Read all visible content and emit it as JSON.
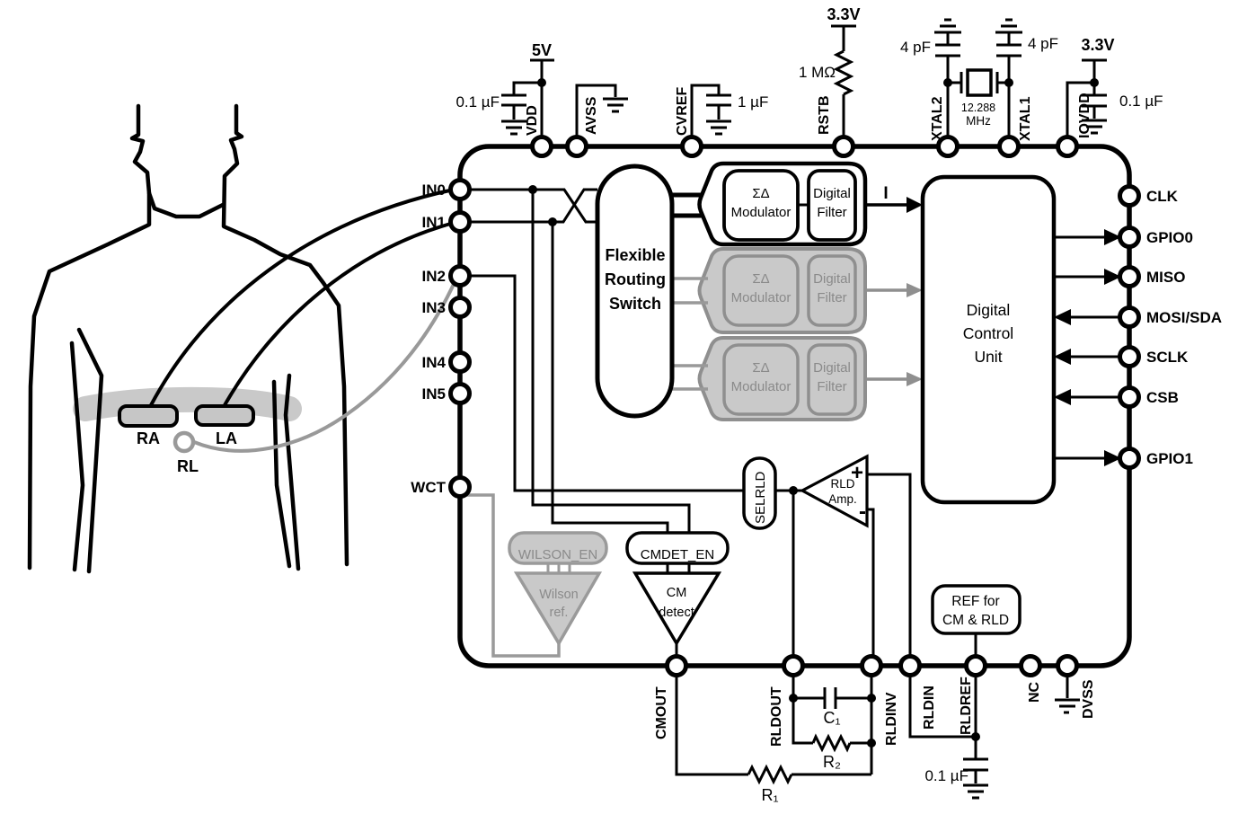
{
  "body": {
    "electrode_ra": "RA",
    "electrode_la": "LA",
    "electrode_rl": "RL"
  },
  "chip": {
    "left_pins": [
      "IN0",
      "IN1",
      "IN2",
      "IN3",
      "IN4",
      "IN5",
      "WCT"
    ],
    "top_pins": [
      "VDD",
      "AVSS",
      "CVREF",
      "RSTB",
      "XTAL2",
      "XTAL1",
      "IOVDD"
    ],
    "right_pins": [
      "CLK",
      "GPIO0",
      "MISO",
      "MOSI/SDA",
      "SCLK",
      "CSB",
      "GPIO1"
    ],
    "bottom_pins": [
      "CMOUT",
      "RLDOUT",
      "RLDINV",
      "RLDIN",
      "RLDREF",
      "NC",
      "DVSS"
    ],
    "routing_switch": [
      "Flexible",
      "Routing",
      "Switch"
    ],
    "modulator_line1": "ΣΔ",
    "modulator_line2": "Modulator",
    "filter_line1": "Digital",
    "filter_line2": "Filter",
    "dcu": [
      "Digital",
      "Control",
      "Unit"
    ],
    "channel1_out": "I",
    "selrld": "SELRLD",
    "rld_amp": [
      "RLD",
      "Amp."
    ],
    "plus": "+",
    "minus": "-",
    "wilson_en": "WILSON_EN",
    "wilson_ref": [
      "Wilson",
      "ref."
    ],
    "cmdet_en": "CMDET_EN",
    "cm_detect": [
      "CM",
      "detect"
    ],
    "ref_box": [
      "REF for",
      "CM & RLD"
    ]
  },
  "external": {
    "vdd_cap": "0.1 µF",
    "vdd_supply": "5V",
    "cvref_cap": "1 µF",
    "rstb_res": "1 MΩ",
    "rstb_supply": "3.3V",
    "xtal2_cap": "4 pF",
    "xtal1_cap": "4 pF",
    "crystal_freq": [
      "12.288",
      "MHz"
    ],
    "iovdd_supply": "3.3V",
    "iovdd_cap": "0.1 µF",
    "c1": "C₁",
    "r2": "R₂",
    "r1": "R₁",
    "rldref_cap": "0.1 µF"
  },
  "colors": {
    "black": "#000000",
    "gray_fill": "#c9c9c9",
    "gray_stroke": "#8f8f8f",
    "gray_text": "#8a8a8a",
    "gray_wire": "#999999"
  }
}
